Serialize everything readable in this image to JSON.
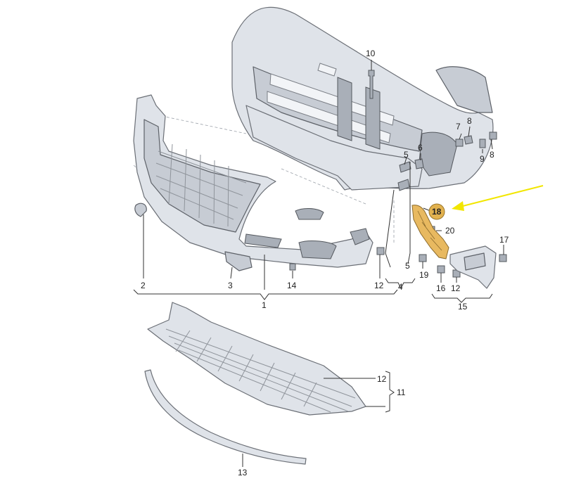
{
  "callouts": {
    "c1": "1",
    "c2": "2",
    "c3": "3",
    "c4": "4",
    "c5a": "5",
    "c5b": "5",
    "c6": "6",
    "c7": "7",
    "c8a": "8",
    "c8b": "8",
    "c9": "9",
    "c10": "10",
    "c11": "11",
    "c12a": "12",
    "c12b": "12",
    "c12c": "12",
    "c13": "13",
    "c14": "14",
    "c15": "15",
    "c16": "16",
    "c17": "17",
    "c18": "18",
    "c19": "19",
    "c20": "20"
  },
  "colors": {
    "highlight_part": "#e8b960",
    "highlight_marker": "#e2b24f",
    "pointer_arrow": "#f2e600"
  },
  "icons": {
    "pointer": "arrow-icon"
  }
}
